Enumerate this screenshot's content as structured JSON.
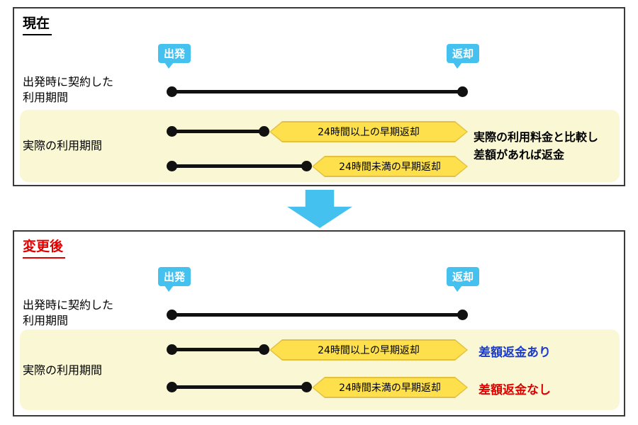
{
  "colors": {
    "bubble-blue": "#45c1f0",
    "arrow-blue": "#45c1f0",
    "hex-yellow": "#fde04b",
    "hex-border": "#e3c043",
    "panel-yellow": "#faf8d4",
    "note-blue": "#1b3ace",
    "note-red": "#e00000"
  },
  "current": {
    "title": "現在",
    "departure_label": "出発",
    "return_label": "返却",
    "contract_period_label": "出発時に契約した\n利用期間",
    "actual_period_label": "実際の利用期間",
    "early_return_over_24h": "24時間以上の早期返却",
    "early_return_under_24h": "24時間未満の早期返却",
    "refund_note": "実際の利用料金と比較し\n差額があれば返金"
  },
  "after": {
    "title": "変更後",
    "departure_label": "出発",
    "return_label": "返却",
    "contract_period_label": "出発時に契約した\n利用期間",
    "actual_period_label": "実際の利用期間",
    "early_return_over_24h": "24時間以上の早期返却",
    "early_return_under_24h": "24時間未満の早期返却",
    "refund_yes": "差額返金あり",
    "refund_no": "差額返金なし"
  }
}
